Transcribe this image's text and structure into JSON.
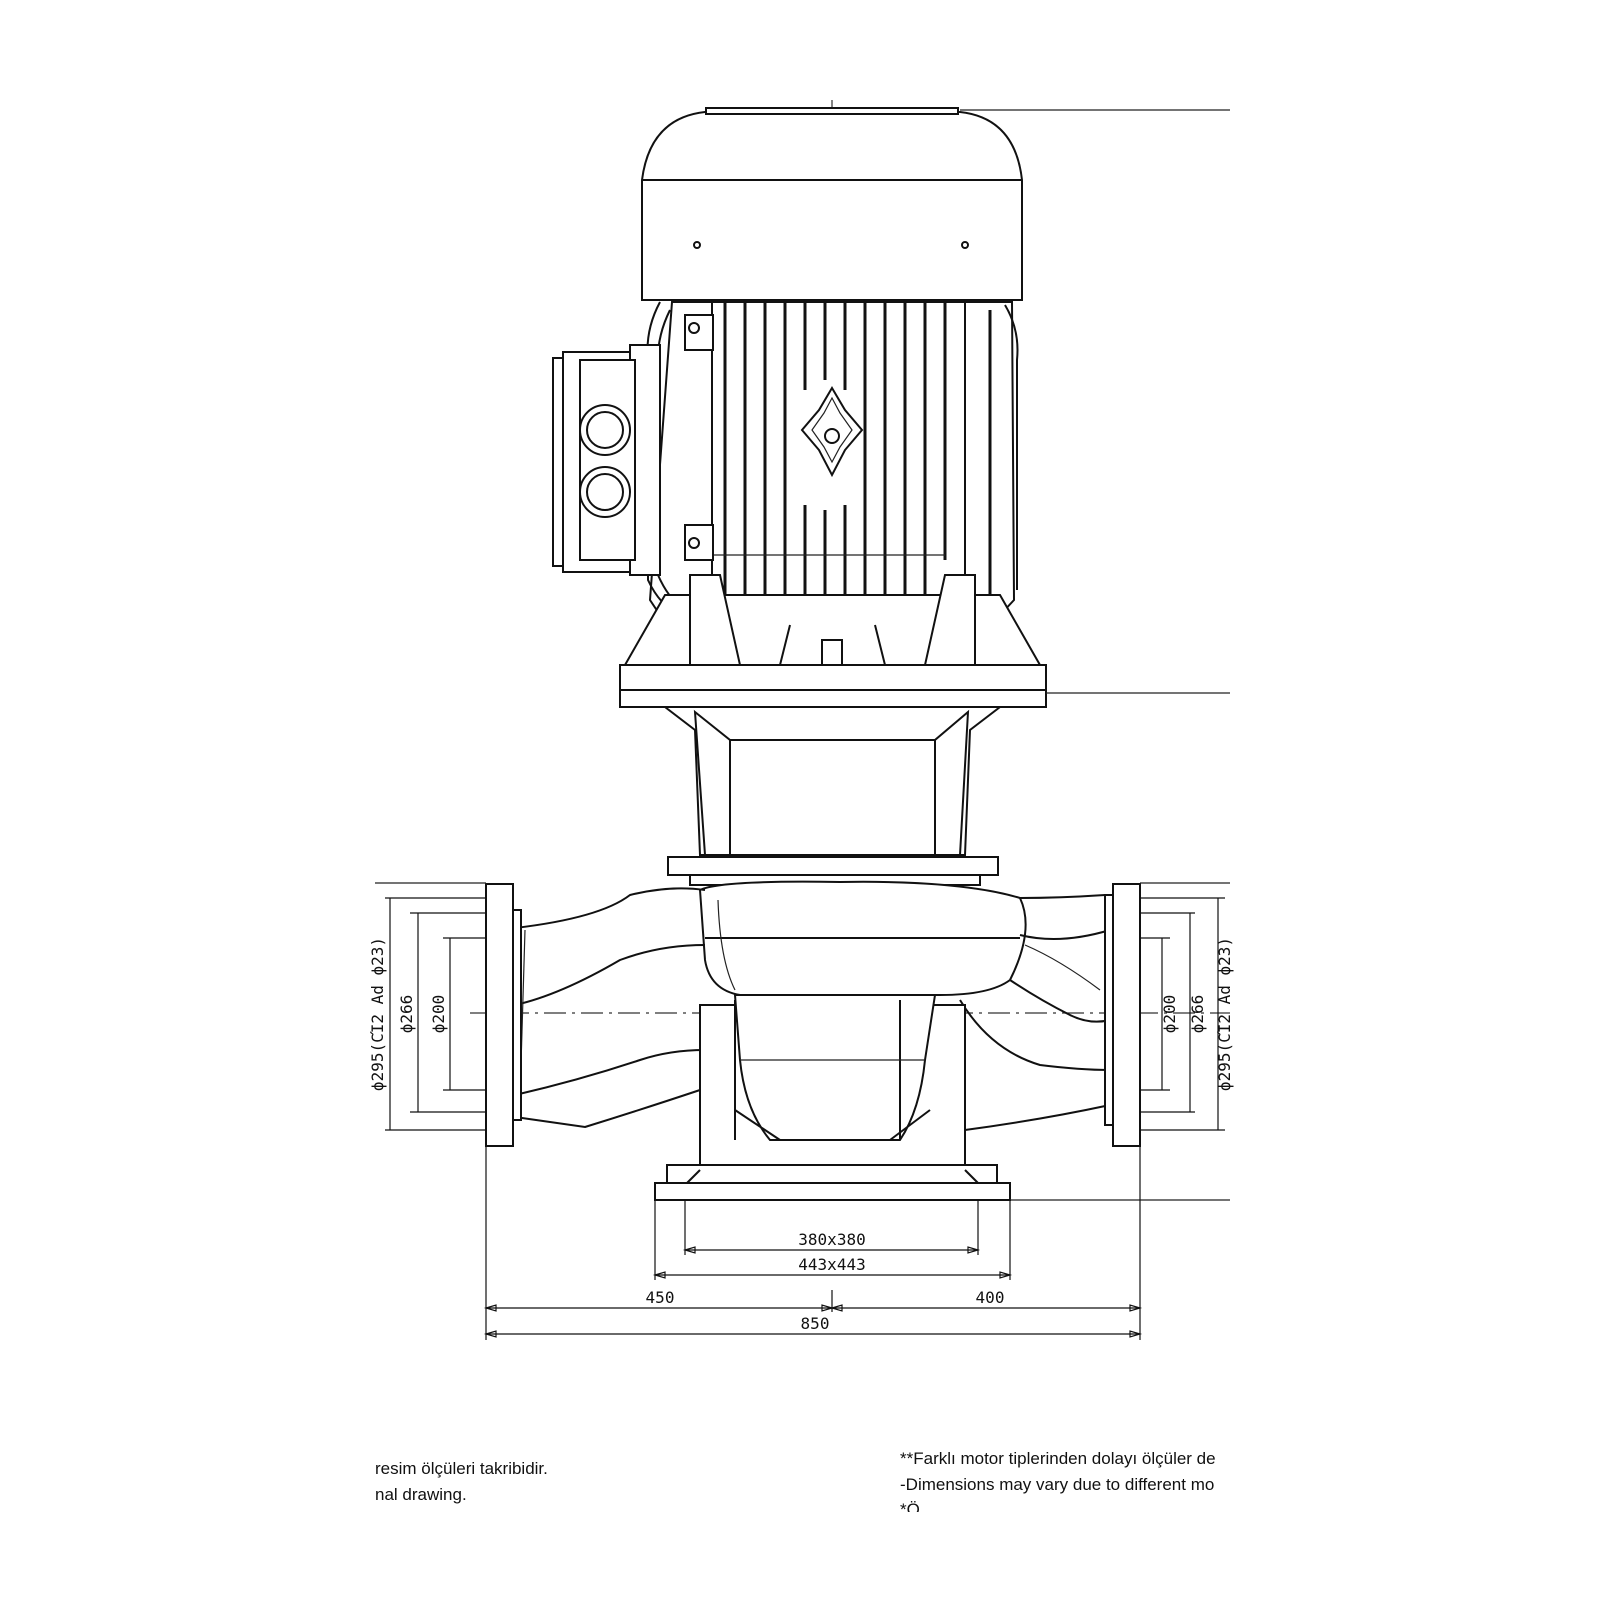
{
  "dimensions": {
    "base_inner": "380x380",
    "base_outer": "443x443",
    "left_length": "450",
    "right_length": "400",
    "total_length": "850",
    "flange_outer_left": "ϕ295(ϹΊ2 Ad ϕ23)",
    "flange_pcd_left": "ϕ266",
    "flange_bore_left": "ϕ200",
    "flange_outer_right": "ϕ295(ϹΊ2 Ad ϕ23)",
    "flange_pcd_right": "ϕ266",
    "flange_bore_right": "ϕ200"
  },
  "notes": {
    "left_line1": "resim ölçüleri takribidir.",
    "left_line2": "nal drawing.",
    "right_line1": "**Farklı motor tiplerinden dolayı ölçüler de",
    "right_line2": "-Dimensions may vary due to different mo",
    "right_line3": "*Ö"
  }
}
